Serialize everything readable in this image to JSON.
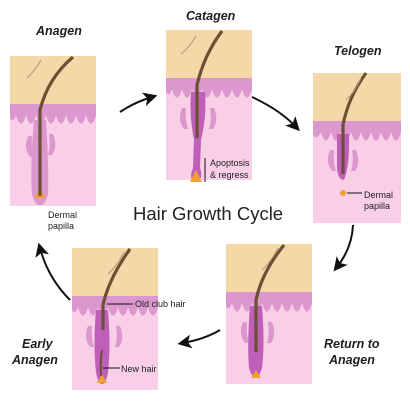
{
  "title": "Hair Growth Cycle",
  "stages": {
    "anagen": {
      "label": "Anagen",
      "callouts": [
        "Dermal",
        "papilla"
      ]
    },
    "catagen": {
      "label": "Catagen",
      "callouts": [
        "Apoptosis",
        "& regress"
      ]
    },
    "telogen": {
      "label": "Telogen",
      "callouts": [
        "Dermal",
        "papilla"
      ]
    },
    "return_to_anagen": {
      "label_lines": [
        "Return to",
        "Anagen"
      ]
    },
    "early_anagen": {
      "label_lines": [
        "Early",
        "Anagen"
      ],
      "callouts": [
        "Old club hair",
        "New hair"
      ]
    }
  },
  "colors": {
    "skin": "#f5d8a8",
    "epidermis": "#dc97cf",
    "dermis": "#f8cfe6",
    "hair": "#6b5134",
    "papilla": "#f0a030",
    "arrow": "#111111"
  }
}
